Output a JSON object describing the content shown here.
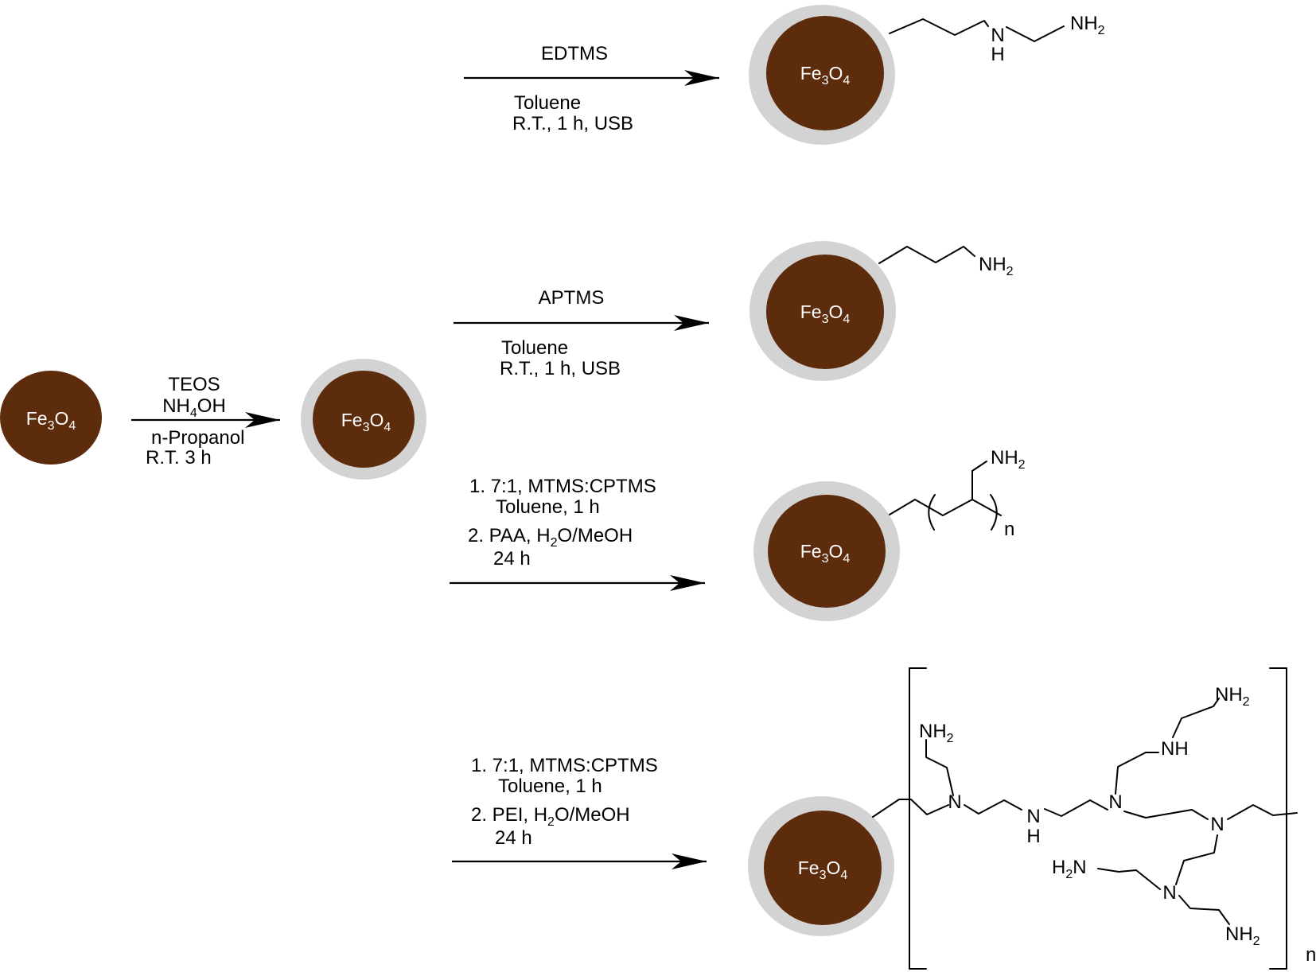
{
  "core": {
    "label": "Fe",
    "sub": "3",
    "label2": "O",
    "sub2": "4"
  },
  "colors": {
    "core_fill": "#5c2c0c",
    "shell_fill": "#d3d3d3",
    "ink": "#000000"
  },
  "step1": {
    "above": [
      {
        "t": "TEOS"
      },
      {
        "t": "NH",
        "s": "4",
        "r": "OH"
      }
    ],
    "below": [
      "n-Propanol",
      "R.T. 3 h"
    ]
  },
  "route_edtms": {
    "above": "EDTMS",
    "below": [
      "Toluene",
      "R.T., 1 h, USB"
    ]
  },
  "route_aptms": {
    "above": "APTMS",
    "below": [
      "Toluene",
      "R.T., 1 h, USB"
    ]
  },
  "route_paa": {
    "line1": "1. 7:1, MTMS:CPTMS",
    "line2": "Toluene, 1 h",
    "line3": {
      "t": "2. PAA, H",
      "s": "2",
      "r": "O/MeOH"
    },
    "line4": "24 h"
  },
  "route_pei": {
    "line1": "1. 7:1, MTMS:CPTMS",
    "line2": "Toluene, 1 h",
    "line3": {
      "t": "2. PEI, H",
      "s": "2",
      "r": "O/MeOH"
    },
    "line4": "24 h"
  },
  "groups": {
    "nh2": {
      "t": "NH",
      "s": "2"
    },
    "h2n": {
      "t": "H",
      "s": "2",
      "r": "N"
    },
    "n": "N",
    "h": "H",
    "nh": "NH",
    "repeat_n": "n"
  }
}
